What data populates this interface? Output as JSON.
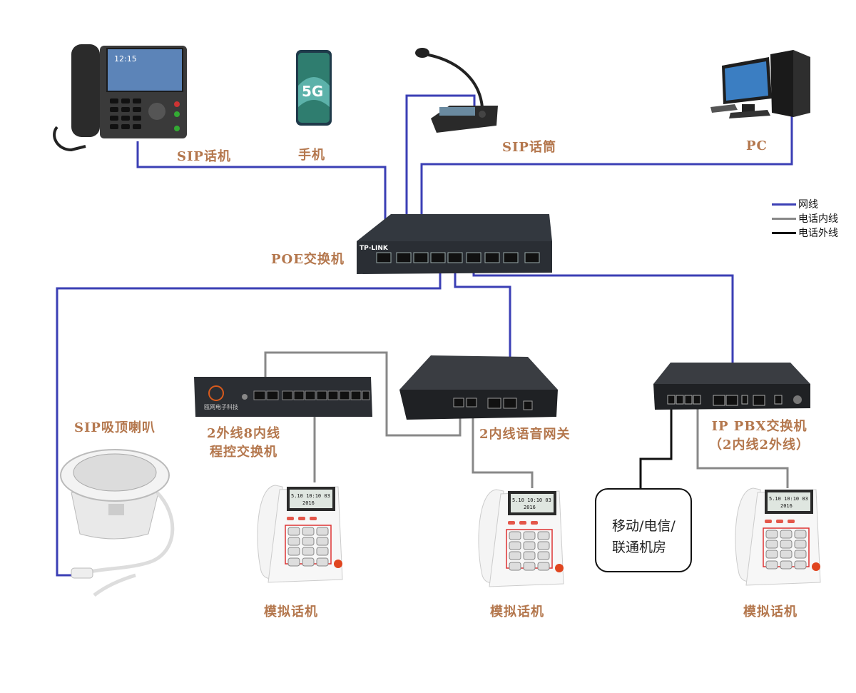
{
  "title": "",
  "devices": {
    "sip_phone": "SIP话机",
    "mobile": "手机",
    "sip_mic": "SIP话筒",
    "pc": "PC",
    "poe_switch": "POE交换机",
    "ceiling_speaker": "SIP吸顶喇叭",
    "pbx_local": [
      "2外线8内线",
      "程控交换机"
    ],
    "voice_gateway": "2内线语音网关",
    "ip_pbx": [
      "IP PBX交换机",
      "（2内线2外线）"
    ],
    "carrier_room": [
      "移动/电信/",
      "联通机房"
    ],
    "analog_phone_1": "模拟话机",
    "analog_phone_2": "模拟话机",
    "analog_phone_3": "模拟话机"
  },
  "device_text": {
    "switch_brand": "TP-LINK",
    "phone_time": "12:15",
    "mobile_badge": "5G",
    "pbx_brand": "瓯网电子科技",
    "analog_display": "5.10  10:10  03",
    "analog_year": "2016"
  },
  "legend": [
    {
      "label": "网线",
      "color": "#3b3fb5"
    },
    {
      "label": "电话内线",
      "color": "#888888"
    },
    {
      "label": "电话外线",
      "color": "#111111"
    }
  ],
  "colors": {
    "network": "#3b3fb5",
    "inner": "#888888",
    "outer": "#111111",
    "label": "#b4774d"
  }
}
